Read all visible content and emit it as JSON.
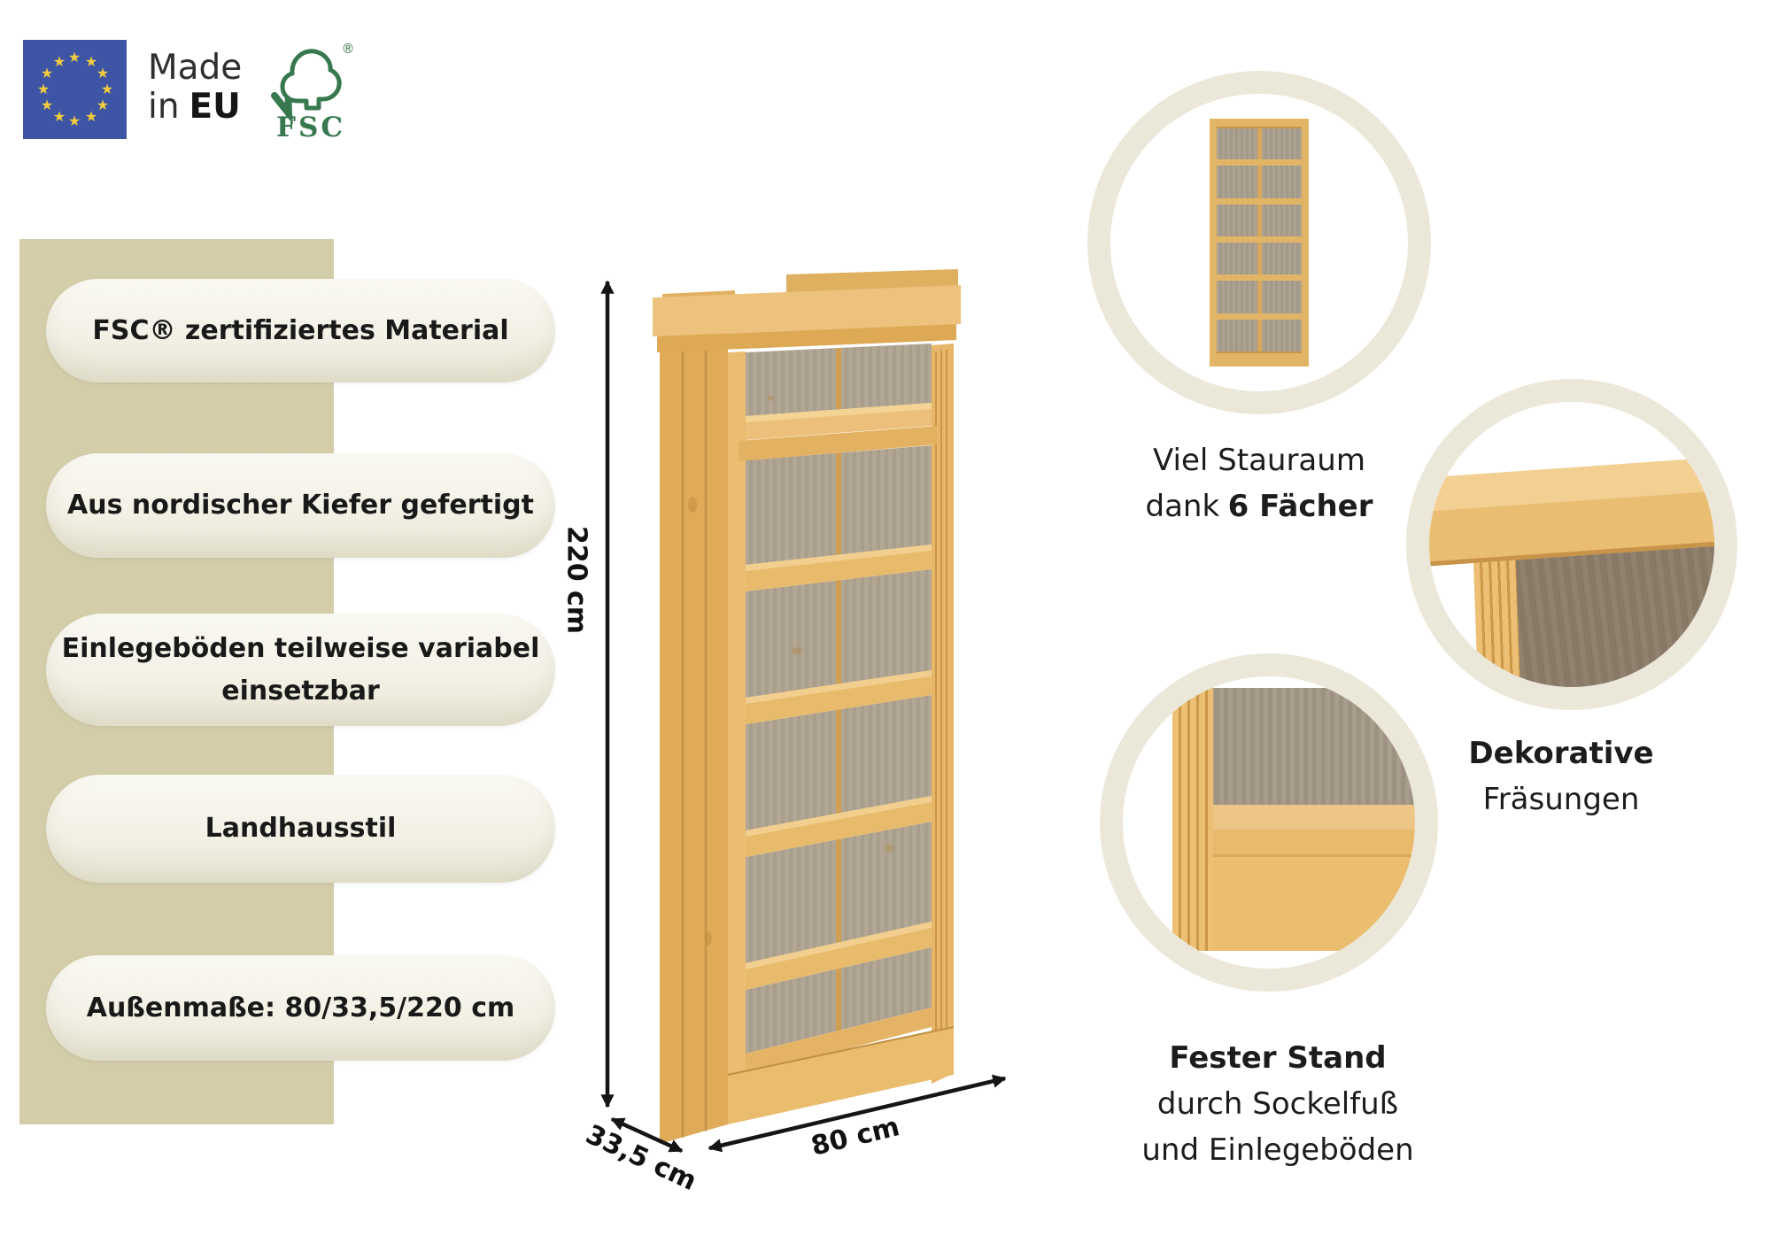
{
  "badges": {
    "made_in_eu": {
      "line1": "Made",
      "line2_regular": "in",
      "line2_bold": "EU",
      "star_glyph": "★"
    },
    "fsc": {
      "label": "FSC",
      "registered_mark": "®"
    }
  },
  "features": [
    {
      "line1": "FSC® zertifiziertes Material",
      "line2": ""
    },
    {
      "line1": "Aus nordischer Kiefer gefertigt",
      "line2": ""
    },
    {
      "line1": "Einlegeböden teilweise variabel",
      "line2": "einsetzbar"
    },
    {
      "line1": "Landhausstil",
      "line2": ""
    },
    {
      "line1": "Außenmaße: 80/33,5/220 cm",
      "line2": ""
    }
  ],
  "dimensions": {
    "height_label": "220 cm",
    "depth_label": "33,5 cm",
    "width_label": "80 cm"
  },
  "callouts": {
    "storage": {
      "line1": "Viel Stauraum",
      "line2_regular": "dank",
      "line2_bold": "6 Fächer"
    },
    "milling": {
      "line1_bold": "Dekorative",
      "line2": "Fräsungen"
    },
    "stand": {
      "line1_bold": "Fester Stand",
      "line2": "durch Sockelfuß",
      "line3": "und Einlegeböden"
    }
  },
  "colors": {
    "accent_band": "#d3cdaa",
    "pill_gradient_from": "#faf9f3",
    "pill_gradient_to": "#e7e4d3",
    "circle_ring": "#ebe8da",
    "wood_front": "#eabc70",
    "wood_side": "#dfab59",
    "back_panel": "#b2a794",
    "back_panel_dark": "#8b7d6c",
    "eu_blue": "#3d55a4",
    "eu_star_yellow": "#f1cc40",
    "fsc_green": "#37784f",
    "text_dark": "#1c1c1c"
  }
}
